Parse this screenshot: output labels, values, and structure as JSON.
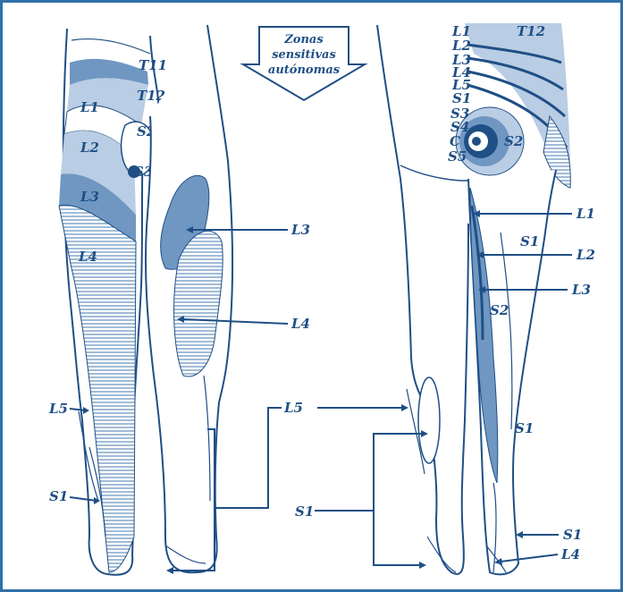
{
  "callout": {
    "line1": "Zonas",
    "line2": "sensitivas",
    "line3": "autónomas"
  },
  "front_leg_labels": {
    "t11": "T11",
    "t12": "T12",
    "l1": "L1",
    "l2": "L2",
    "s2": "S2",
    "s3": "S3",
    "l3": "L3",
    "l4": "L4",
    "l5": "L5",
    "s1": "S1"
  },
  "center_leg_labels": {
    "l3": "L3",
    "l4": "L4",
    "l5": "L5",
    "s1": "S1"
  },
  "back_leg_labels": {
    "spine": [
      "L1",
      "L2",
      "L3",
      "L4",
      "L5",
      "S1",
      "S3",
      "S4",
      "C",
      "S5"
    ],
    "t12": "T12",
    "s2_top": "S2",
    "s1_mid": "S1",
    "s2_mid": "S2",
    "s1_low": "S1"
  },
  "right_callouts": {
    "l1": "L1",
    "l2": "L2",
    "l3": "L3",
    "s1": "S1",
    "l4": "L4"
  },
  "colors": {
    "dark": "#1f4f85",
    "mid": "#6f97c2",
    "light": "#b9cde4",
    "frame": "#2f6fa8"
  }
}
